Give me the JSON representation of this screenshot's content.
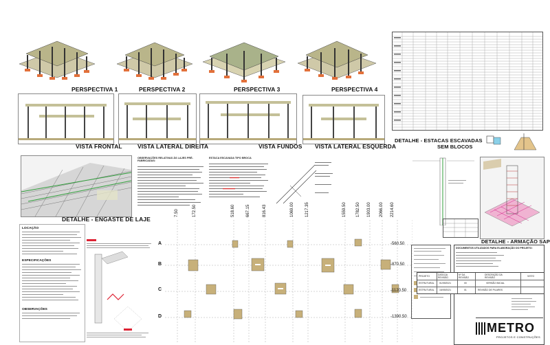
{
  "views": {
    "p1": "PERSPECTIVA 1",
    "p2": "PERSPECTIVA 2",
    "p3": "PERSPECTIVA 3",
    "p4": "PERSPECTIVA 4",
    "front": "VISTA FRONTAL",
    "right": "VISTA LATERAL DIREITA",
    "back": "VISTA FUNDOS",
    "left": "VISTA LATERAL ESQUERDA"
  },
  "details": {
    "laje": "DETALHE - ENGASTE DE LAJE",
    "estacas_1": "DETALHE - ESTACAS ESCAVADAS",
    "estacas_2": "SEM BLOCOS",
    "sapata": "DETALHE - ARMAÇÃO SAPATA"
  },
  "notes": {
    "lajes_title": "OBSERVAÇÕES RELATIVAS ÀS LAJES PRÉ-FABRICADAS:",
    "estaca_title": "ESTACA ESCAVADA TIPO BROCA"
  },
  "left_panel": {
    "locacao": "LOCAÇÃO",
    "especificacoes": "ESPECIFICAÇÕES",
    "observacoes": "OBSERVAÇÕES"
  },
  "grid": {
    "columns": [
      "7.50",
      "172.50",
      "518.60",
      "667.15",
      "816.43",
      "1069.00",
      "1217.35",
      "1559.50",
      "1782.50",
      "1903.00",
      "2066.00",
      "2214.60"
    ],
    "rows": [
      "A",
      "B",
      "C",
      "D"
    ],
    "levels": [
      "-560.50",
      "-870.50",
      "-1120.50",
      "-1390.50"
    ]
  },
  "title_block": {
    "doc_title": "DOCUMENTOS UTILIZADOS PARA ELABORAÇÃO DO PROJETO:",
    "row1": "PROJETO",
    "row2": "ESTRUTURAL",
    "row3": "ESTRUTURAL",
    "col_data": "DATA DA REVISÃO",
    "col_rev": "Nº DA REVISÃO",
    "col_desc": "DESCRIÇÃO DA REVISÃO",
    "col_visto": "VISTO",
    "r1_data": "01/09/2021",
    "r1_rev": "00",
    "r1_desc": "VERSÃO INICIAL",
    "r2_data": "15/09/2021",
    "r2_rev": "01",
    "r2_desc": "REVISÃO DE PILARES"
  },
  "logo": {
    "name": "METRO",
    "tagline": "PROJETOS E CONSTRUÇÕES"
  }
}
